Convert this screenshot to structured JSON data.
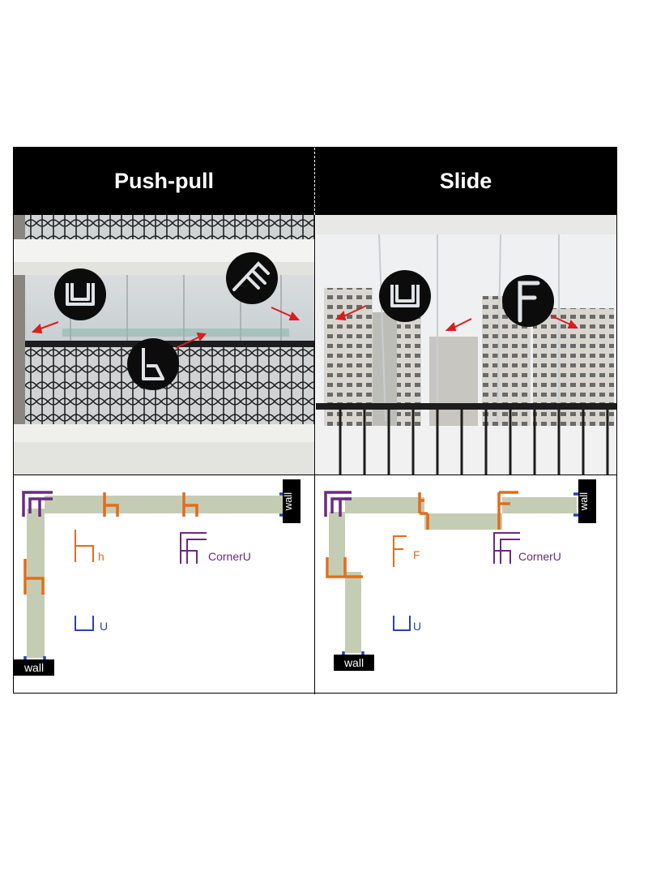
{
  "panels": [
    {
      "title": "Push-pull",
      "legend": {
        "h_label": "h",
        "corner_label": "CornerU",
        "u_label": "U"
      },
      "walls": {
        "top": "wall",
        "bottom": "wall"
      }
    },
    {
      "title": "Slide",
      "legend": {
        "f_label": "F",
        "corner_label": "CornerU",
        "u_label": "U"
      },
      "walls": {
        "top": "wall",
        "bottom": "wall"
      }
    }
  ],
  "colors": {
    "glass": "#c5ccb4",
    "h_profile": "#e46c1a",
    "corner_profile": "#6b2a82",
    "u_profile": "#2c3fb6",
    "arrow": "#d81e1e",
    "badge": "#0c0c0c"
  },
  "icons": {
    "push_pull": [
      "u-seal-icon",
      "corner-seal-icon",
      "h-seal-icon"
    ],
    "slide": [
      "u-seal-icon",
      "f-seal-icon"
    ]
  }
}
